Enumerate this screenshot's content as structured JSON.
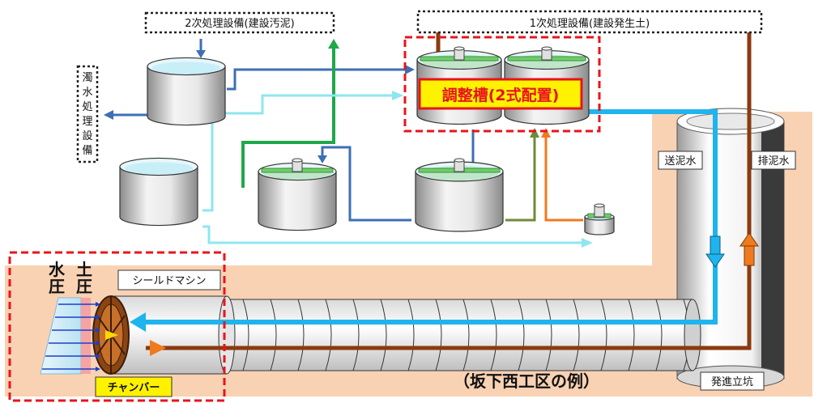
{
  "labels": {
    "secondary_facility": "2次処理設備(建設汚泥)",
    "primary_facility": "1次処理設備(建設発生土)",
    "turbid_water_facility": "濁水処理設備",
    "adjustment_tank": "調整槽(2式配置)",
    "slurry_feed": "送泥水",
    "slurry_discharge": "排泥水",
    "water_pressure": "水圧",
    "earth_pressure": "土圧",
    "shield_machine": "シールドマシン",
    "chamber": "チャンバー",
    "example_caption": "（坂下西工区の例）",
    "launch_shaft": "発進立坑"
  },
  "colors": {
    "feed_line": "#1fb4ee",
    "discharge_line": "#8b3a0f",
    "highlight_red": "#e8141b",
    "ground": "#f9d2b4",
    "adjust_label_bg": "#fff200",
    "pipe_blue": "#3d6fb6",
    "pipe_green": "#1ea84a",
    "pipe_olive": "#6e8a3a",
    "pipe_orange": "#f07a1e"
  }
}
